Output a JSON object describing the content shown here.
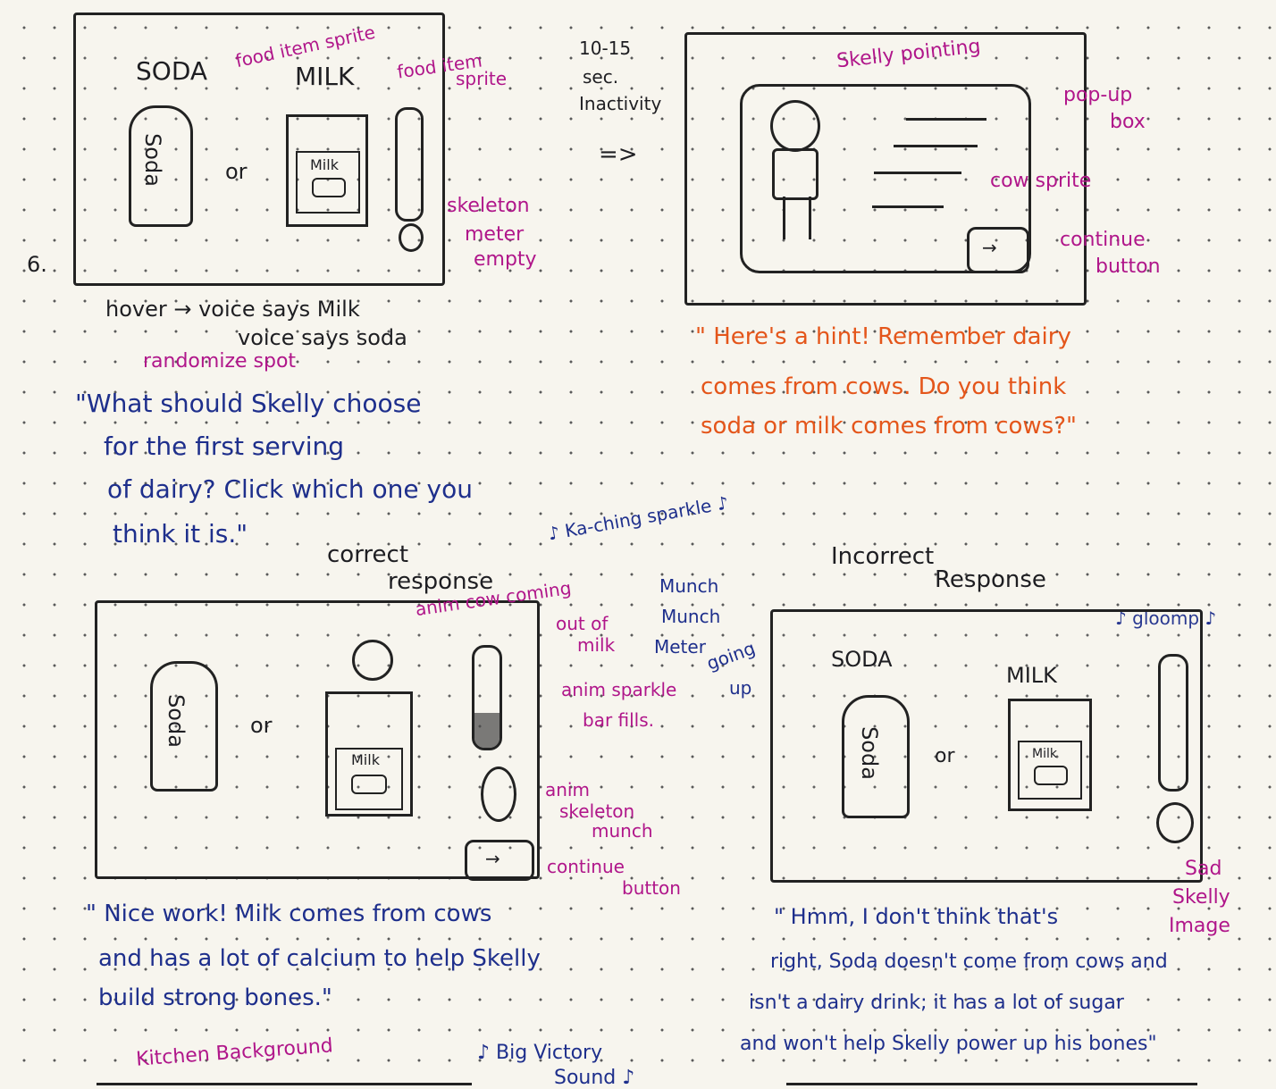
{
  "panel1": {
    "soda_title": "SODA",
    "milk_title": "MILK",
    "or": "or",
    "soda_can_text": "Soda",
    "milk_carton_text": "Milk",
    "food_item_sprite_1": "food item sprite",
    "food_item_sprite_2a": "food item",
    "food_item_sprite_2b": "sprite",
    "skeleton_meter_1": "skeleton",
    "skeleton_meter_2": "meter",
    "skeleton_meter_3": "empty",
    "panel_number": "6.",
    "hover_line1": "hover → voice says Milk",
    "hover_line2": "voice says soda",
    "randomize": "randomize spot",
    "prompt_1": "\"What should Skelly choose",
    "prompt_2": "for the first serving",
    "prompt_3": "of dairy? Click which one you",
    "prompt_4": "think it is.\""
  },
  "panel2": {
    "inactivity_1": "10-15",
    "inactivity_2": "sec.",
    "inactivity_3": "Inactivity",
    "arrow": "=>",
    "skelly_pointing": "Skelly pointing",
    "popup_1": "pop-up",
    "popup_2": "box",
    "cow_sprite": "cow sprite",
    "continue_1": "continue",
    "continue_2": "button",
    "hint_1": "\" Here's a hint! Remember dairy",
    "hint_2": "comes from cows. Do you think",
    "hint_3": "soda or milk comes from cows?\""
  },
  "panel3": {
    "correct_1": "correct",
    "correct_2": "response",
    "sound_sparkle": "♪ Ka-ching sparkle ♪",
    "munch_1": "Munch",
    "munch_2": "Munch",
    "meter_going_up_1": "Meter",
    "meter_going_up_2": "going",
    "meter_going_up_3": "up",
    "anim_cow": "anim cow coming",
    "anim_cow_2": "out of",
    "anim_cow_3": "milk",
    "anim_sparkle_1": "anim sparkle",
    "anim_sparkle_2": "bar fills.",
    "anim_skeleton_1": "anim",
    "anim_skeleton_2": "skeleton",
    "anim_skeleton_3": "munch",
    "continue_1": "continue",
    "continue_2": "button",
    "or": "or",
    "soda_can_text": "Soda",
    "milk_carton_text": "Milk",
    "nice_1": "\" Nice work! Milk comes from cows",
    "nice_2": "and has a lot of calcium to help Skelly",
    "nice_3": "build strong bones.\"",
    "kitchen": "Kitchen Background",
    "big_victory_1": "♪ Big Victory",
    "big_victory_2": "Sound ♪"
  },
  "panel4": {
    "incorrect_1": "Incorrect",
    "incorrect_2": "Response",
    "sound_gloomp": "♪ gloomp ♪",
    "soda_title": "SODA",
    "milk_title": "MILK",
    "or": "or",
    "soda_can_text": "Soda",
    "milk_carton_text": "Milk",
    "sad_1": "Sad",
    "sad_2": "Skelly",
    "sad_3": "Image",
    "hmm_1": "\" Hmm, I don't think that's",
    "hmm_2": "right, Soda doesn't come from cows and",
    "hmm_3": "isn't a dairy drink; it has a lot of sugar",
    "hmm_4": "and won't help Skelly power up his bones\""
  }
}
